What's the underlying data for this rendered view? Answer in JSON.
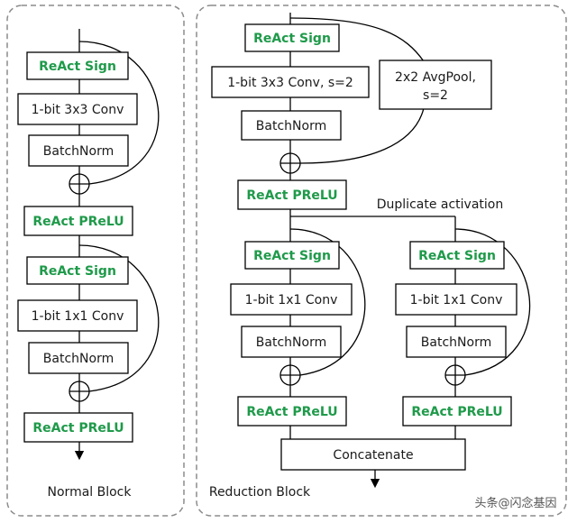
{
  "normal_block": {
    "caption": "Normal Block",
    "react_sign_1": "ReAct Sign",
    "conv_3x3": "1-bit 3x3 Conv",
    "batchnorm_1": "BatchNorm",
    "react_prelu_1": "ReAct PReLU",
    "react_sign_2": "ReAct Sign",
    "conv_1x1": "1-bit 1x1 Conv",
    "batchnorm_2": "BatchNorm",
    "react_prelu_2": "ReAct PReLU"
  },
  "reduction_block": {
    "caption": "Reduction Block",
    "react_sign_top": "ReAct Sign",
    "conv_3x3_s2": "1-bit 3x3 Conv, s=2",
    "avgpool_line1": "2x2 AvgPool,",
    "avgpool_line2": "s=2",
    "batchnorm_top": "BatchNorm",
    "react_prelu_mid": "ReAct PReLU",
    "duplicate_label": "Duplicate activation",
    "left_branch": {
      "react_sign": "ReAct Sign",
      "conv_1x1": "1-bit 1x1 Conv",
      "batchnorm": "BatchNorm",
      "react_prelu": "ReAct PReLU"
    },
    "right_branch": {
      "react_sign": "ReAct Sign",
      "conv_1x1": "1-bit 1x1 Conv",
      "batchnorm": "BatchNorm",
      "react_prelu": "ReAct PReLU"
    },
    "concatenate": "Concatenate"
  },
  "watermark": "头条@闪念基因"
}
